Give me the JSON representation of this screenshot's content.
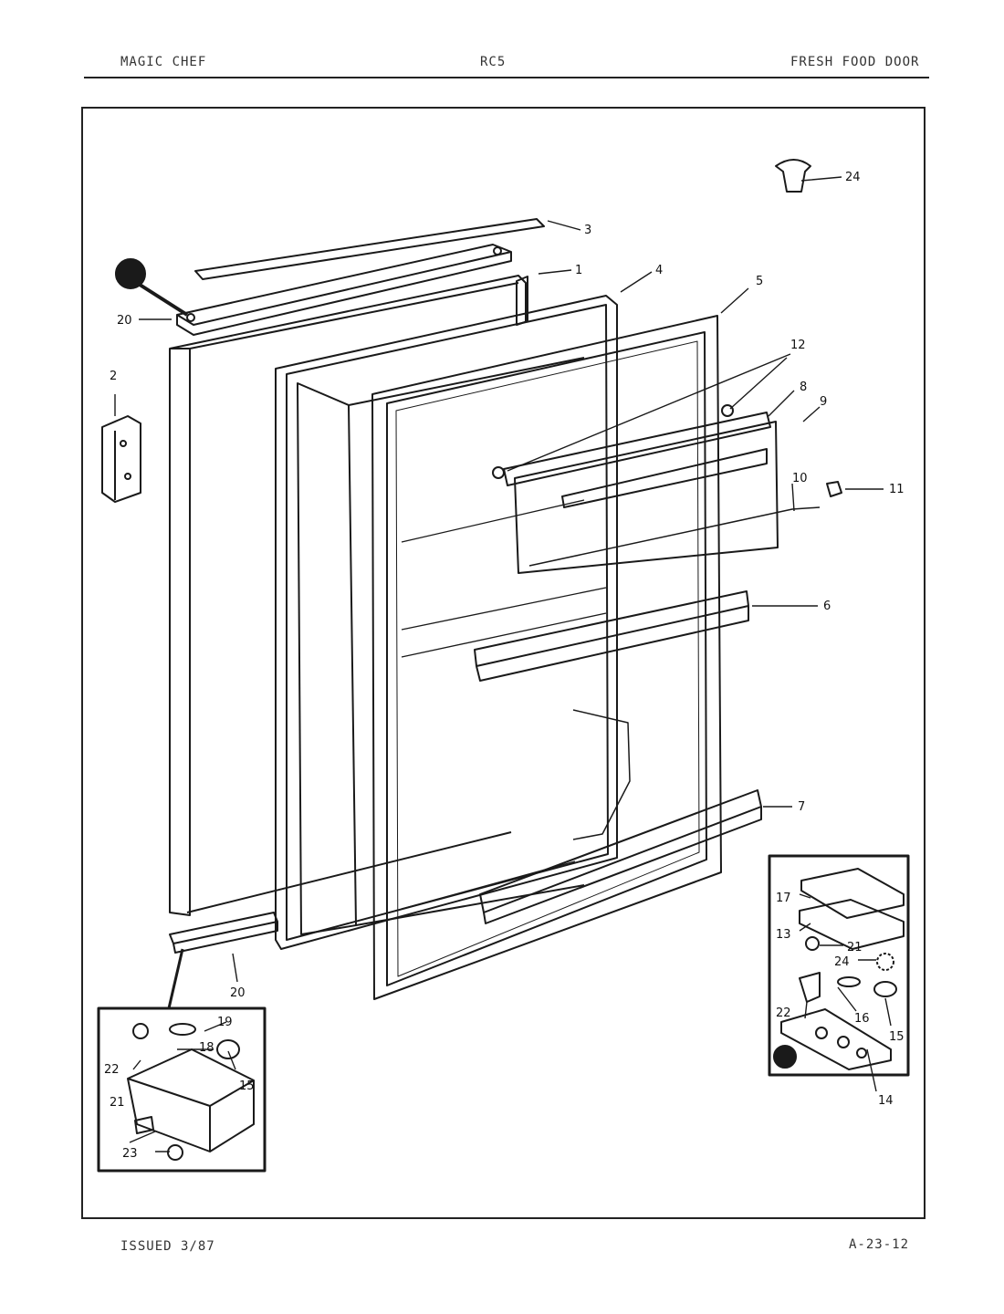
{
  "header": {
    "brand": "MAGIC CHEF",
    "model": "RC5",
    "section": "FRESH FOOD DOOR"
  },
  "footer": {
    "issued": "ISSUED 3/87",
    "page_code": "A-23-12"
  },
  "callouts": {
    "n1": "1",
    "n2": "2",
    "n3": "3",
    "n4": "4",
    "n5": "5",
    "n6": "6",
    "n7": "7",
    "n8": "8",
    "n9": "9",
    "n10": "10",
    "n11": "11",
    "n12": "12",
    "n13": "13",
    "n14": "14",
    "n15": "15",
    "n16": "16",
    "n17": "17",
    "n18": "18",
    "n19": "19",
    "n20": "20",
    "n21": "21",
    "n22": "22",
    "n23": "23",
    "n24": "24"
  },
  "colors": {
    "ink": "#1a1a1a",
    "paper": "#ffffff"
  }
}
